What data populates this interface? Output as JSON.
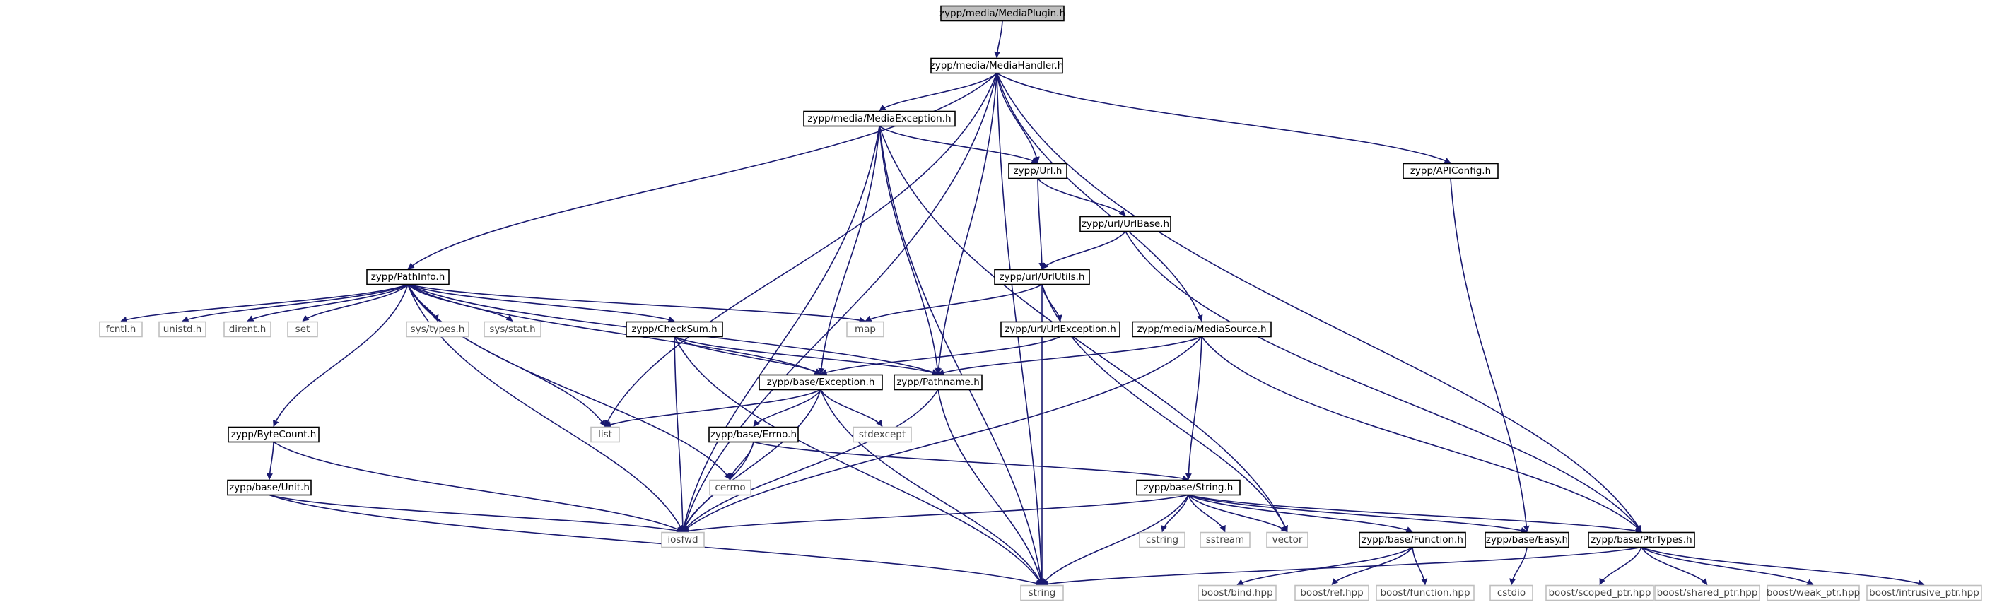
{
  "graph": {
    "nodes": [
      {
        "id": "mediaplugin",
        "label": "zypp/media/MediaPlugin.h",
        "kind": "root"
      },
      {
        "id": "mediahandler",
        "label": "zypp/media/MediaHandler.h",
        "kind": "documented"
      },
      {
        "id": "mediaexception",
        "label": "zypp/media/MediaException.h",
        "kind": "documented"
      },
      {
        "id": "url",
        "label": "zypp/Url.h",
        "kind": "documented"
      },
      {
        "id": "apiconfig",
        "label": "zypp/APIConfig.h",
        "kind": "documented"
      },
      {
        "id": "urlbase",
        "label": "zypp/url/UrlBase.h",
        "kind": "documented"
      },
      {
        "id": "pathinfo",
        "label": "zypp/PathInfo.h",
        "kind": "documented"
      },
      {
        "id": "urlutils",
        "label": "zypp/url/UrlUtils.h",
        "kind": "documented"
      },
      {
        "id": "fcntl",
        "label": "fcntl.h",
        "kind": "system"
      },
      {
        "id": "unistd",
        "label": "unistd.h",
        "kind": "system"
      },
      {
        "id": "dirent",
        "label": "dirent.h",
        "kind": "system"
      },
      {
        "id": "set",
        "label": "set",
        "kind": "system"
      },
      {
        "id": "systypes",
        "label": "sys/types.h",
        "kind": "system"
      },
      {
        "id": "sysstat",
        "label": "sys/stat.h",
        "kind": "system"
      },
      {
        "id": "checksum",
        "label": "zypp/CheckSum.h",
        "kind": "documented"
      },
      {
        "id": "map",
        "label": "map",
        "kind": "system"
      },
      {
        "id": "urlexception",
        "label": "zypp/url/UrlException.h",
        "kind": "documented"
      },
      {
        "id": "mediasource",
        "label": "zypp/media/MediaSource.h",
        "kind": "documented"
      },
      {
        "id": "exception",
        "label": "zypp/base/Exception.h",
        "kind": "documented"
      },
      {
        "id": "pathname",
        "label": "zypp/Pathname.h",
        "kind": "documented"
      },
      {
        "id": "list",
        "label": "list",
        "kind": "system"
      },
      {
        "id": "stdexcept",
        "label": "stdexcept",
        "kind": "system"
      },
      {
        "id": "bytecount",
        "label": "zypp/ByteCount.h",
        "kind": "documented"
      },
      {
        "id": "errno",
        "label": "zypp/base/Errno.h",
        "kind": "documented"
      },
      {
        "id": "cerrno",
        "label": "cerrno",
        "kind": "system"
      },
      {
        "id": "unit",
        "label": "zypp/base/Unit.h",
        "kind": "documented"
      },
      {
        "id": "string_h",
        "label": "zypp/base/String.h",
        "kind": "documented"
      },
      {
        "id": "iosfwd",
        "label": "iosfwd",
        "kind": "system"
      },
      {
        "id": "cstring",
        "label": "cstring",
        "kind": "system"
      },
      {
        "id": "sstream",
        "label": "sstream",
        "kind": "system"
      },
      {
        "id": "vector",
        "label": "vector",
        "kind": "system"
      },
      {
        "id": "function",
        "label": "zypp/base/Function.h",
        "kind": "documented"
      },
      {
        "id": "easy",
        "label": "zypp/base/Easy.h",
        "kind": "documented"
      },
      {
        "id": "ptrtypes",
        "label": "zypp/base/PtrTypes.h",
        "kind": "documented"
      },
      {
        "id": "string",
        "label": "string",
        "kind": "system"
      },
      {
        "id": "boostbind",
        "label": "boost/bind.hpp",
        "kind": "system"
      },
      {
        "id": "boostref",
        "label": "boost/ref.hpp",
        "kind": "system"
      },
      {
        "id": "boostfunction",
        "label": "boost/function.hpp",
        "kind": "system"
      },
      {
        "id": "cstdio",
        "label": "cstdio",
        "kind": "system"
      },
      {
        "id": "scopedptr",
        "label": "boost/scoped_ptr.hpp",
        "kind": "system"
      },
      {
        "id": "sharedptr",
        "label": "boost/shared_ptr.hpp",
        "kind": "system"
      },
      {
        "id": "weakptr",
        "label": "boost/weak_ptr.hpp",
        "kind": "system"
      },
      {
        "id": "intrusiveptr",
        "label": "boost/intrusive_ptr.hpp",
        "kind": "system"
      }
    ],
    "edges": [
      [
        "mediaplugin",
        "mediahandler"
      ],
      [
        "mediahandler",
        "mediaexception"
      ],
      [
        "mediahandler",
        "url"
      ],
      [
        "mediahandler",
        "apiconfig"
      ],
      [
        "mediahandler",
        "pathinfo"
      ],
      [
        "mediahandler",
        "mediasource"
      ],
      [
        "mediahandler",
        "pathname"
      ],
      [
        "mediahandler",
        "list"
      ],
      [
        "mediahandler",
        "iosfwd"
      ],
      [
        "mediahandler",
        "ptrtypes"
      ],
      [
        "mediahandler",
        "string"
      ],
      [
        "mediaexception",
        "url"
      ],
      [
        "mediaexception",
        "exception"
      ],
      [
        "mediaexception",
        "pathname"
      ],
      [
        "mediaexception",
        "iosfwd"
      ],
      [
        "mediaexception",
        "string"
      ],
      [
        "mediaexception",
        "vector"
      ],
      [
        "url",
        "urlbase"
      ],
      [
        "url",
        "urlutils"
      ],
      [
        "urlbase",
        "urlutils"
      ],
      [
        "urlbase",
        "ptrtypes"
      ],
      [
        "urlutils",
        "map"
      ],
      [
        "urlutils",
        "urlexception"
      ],
      [
        "urlutils",
        "vector"
      ],
      [
        "urlutils",
        "string"
      ],
      [
        "urlexception",
        "exception"
      ],
      [
        "apiconfig",
        "easy"
      ],
      [
        "pathinfo",
        "fcntl"
      ],
      [
        "pathinfo",
        "unistd"
      ],
      [
        "pathinfo",
        "dirent"
      ],
      [
        "pathinfo",
        "set"
      ],
      [
        "pathinfo",
        "systypes"
      ],
      [
        "pathinfo",
        "sysstat"
      ],
      [
        "pathinfo",
        "checksum"
      ],
      [
        "pathinfo",
        "map"
      ],
      [
        "pathinfo",
        "pathname"
      ],
      [
        "pathinfo",
        "exception"
      ],
      [
        "pathinfo",
        "list"
      ],
      [
        "pathinfo",
        "bytecount"
      ],
      [
        "pathinfo",
        "cerrno"
      ],
      [
        "pathinfo",
        "iosfwd"
      ],
      [
        "checksum",
        "exception"
      ],
      [
        "checksum",
        "pathname"
      ],
      [
        "checksum",
        "iosfwd"
      ],
      [
        "checksum",
        "string"
      ],
      [
        "mediasource",
        "pathname"
      ],
      [
        "mediasource",
        "string_h"
      ],
      [
        "mediasource",
        "iosfwd"
      ],
      [
        "mediasource",
        "ptrtypes"
      ],
      [
        "exception",
        "list"
      ],
      [
        "exception",
        "stdexcept"
      ],
      [
        "exception",
        "errno"
      ],
      [
        "exception",
        "iosfwd"
      ],
      [
        "exception",
        "string"
      ],
      [
        "pathname",
        "iosfwd"
      ],
      [
        "pathname",
        "string"
      ],
      [
        "errno",
        "cerrno"
      ],
      [
        "errno",
        "iosfwd"
      ],
      [
        "errno",
        "string_h"
      ],
      [
        "bytecount",
        "unit"
      ],
      [
        "bytecount",
        "iosfwd"
      ],
      [
        "unit",
        "iosfwd"
      ],
      [
        "unit",
        "string"
      ],
      [
        "string_h",
        "iosfwd"
      ],
      [
        "string_h",
        "cstring"
      ],
      [
        "string_h",
        "sstream"
      ],
      [
        "string_h",
        "vector"
      ],
      [
        "string_h",
        "string"
      ],
      [
        "string_h",
        "function"
      ],
      [
        "string_h",
        "easy"
      ],
      [
        "string_h",
        "ptrtypes"
      ],
      [
        "function",
        "boostbind"
      ],
      [
        "function",
        "boostref"
      ],
      [
        "function",
        "boostfunction"
      ],
      [
        "easy",
        "cstdio"
      ],
      [
        "ptrtypes",
        "string"
      ],
      [
        "ptrtypes",
        "scopedptr"
      ],
      [
        "ptrtypes",
        "sharedptr"
      ],
      [
        "ptrtypes",
        "weakptr"
      ],
      [
        "ptrtypes",
        "intrusiveptr"
      ]
    ]
  },
  "colors": {
    "root_fill": "#bfbfbf",
    "documented_stroke": "#000000",
    "system_stroke": "#bfbfbf",
    "system_text": "#444444",
    "edge": "#191970"
  }
}
